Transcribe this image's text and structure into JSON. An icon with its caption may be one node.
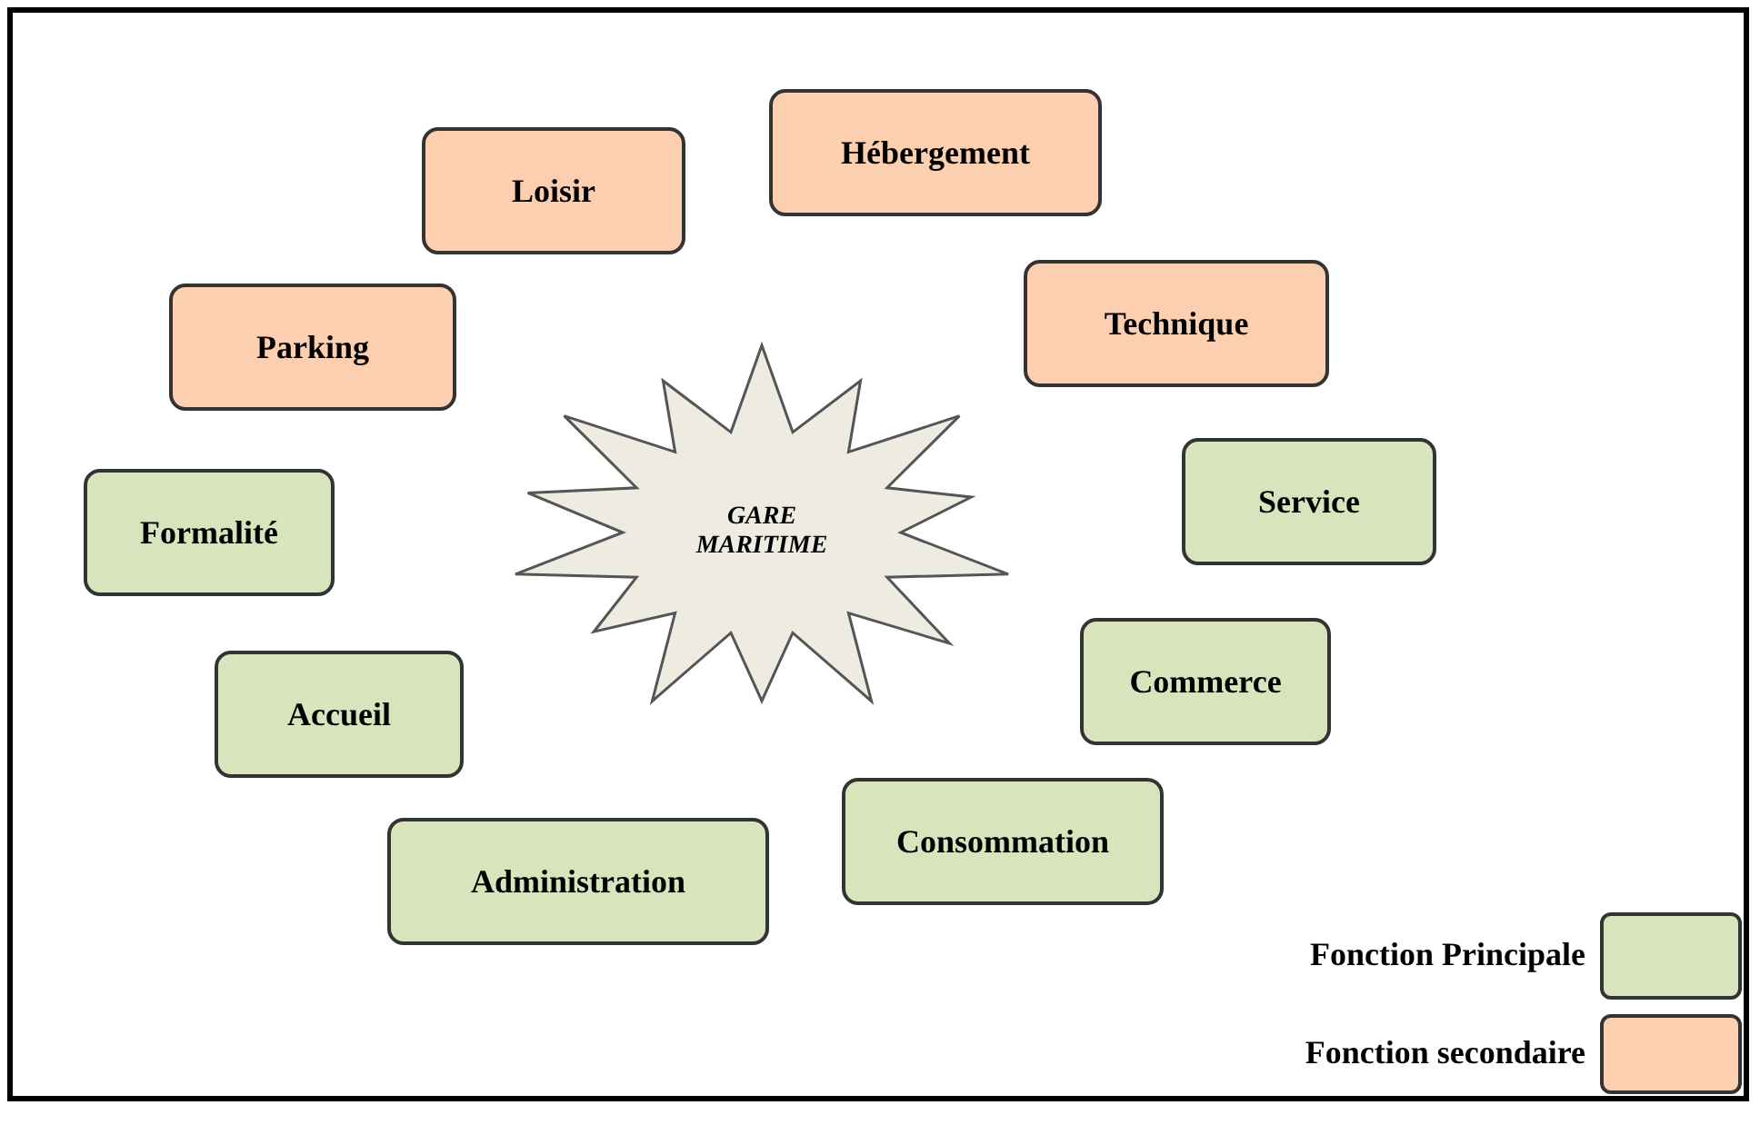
{
  "diagram": {
    "nodes": [
      {
        "text": [
          "GARE MARITIME"
        ]
      },
      {
        "text": [
          "Loisir"
        ]
      },
      {
        "text": [
          "Hébergement"
        ]
      },
      {
        "text": [
          "Parking"
        ]
      },
      {
        "text": [
          "Technique"
        ]
      },
      {
        "text": [
          "Formalité"
        ]
      },
      {
        "text": [
          "Service"
        ]
      },
      {
        "text": [
          "Commerce"
        ]
      },
      {
        "text": [
          "Accueil"
        ]
      },
      {
        "text": [
          "Consommation"
        ]
      },
      {
        "text": [
          "Administration"
        ]
      }
    ],
    "edges": [],
    "legend": [
      {
        "text": "Fonction Principale",
        "color": "#d8e4bc"
      },
      {
        "text": "Fonction secondaire",
        "color": "#fbcfb0"
      }
    ]
  }
}
